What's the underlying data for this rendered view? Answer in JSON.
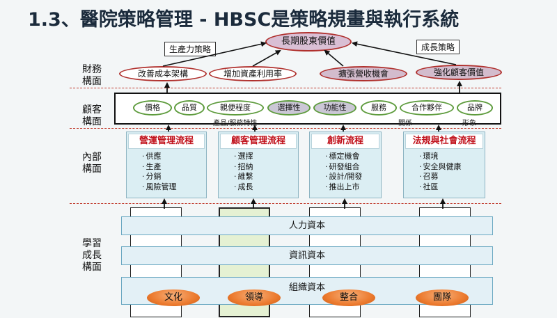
{
  "title": "1.3、醫院策略管理 - HBSC是策略規畫與執行系統",
  "rows": {
    "financial": "財務\n構面",
    "customer": "顧客\n構面",
    "internal": "內部\n構面",
    "learning": "學習\n成長\n構面"
  },
  "strategy_notes": {
    "productivity": "生產力策略",
    "growth": "成長策略"
  },
  "goal": "長期股東價值",
  "financial_items": [
    "改善成本架構",
    "增加資產利用率",
    "擴張營收機會",
    "強化顧客價值"
  ],
  "customer_items": [
    "價格",
    "品質",
    "親便程度",
    "選擇性",
    "功能性",
    "服務",
    "合作夥伴",
    "品牌"
  ],
  "customer_notes": {
    "product": "產品/服務特性",
    "relation": "關係",
    "image": "形象"
  },
  "processes": [
    {
      "title": "營運管理流程",
      "items": [
        "供應",
        "生產",
        "分銷",
        "風險管理"
      ]
    },
    {
      "title": "顧客管理流程",
      "items": [
        "選擇",
        "招納",
        "維繫",
        "成長"
      ]
    },
    {
      "title": "創新流程",
      "items": [
        "標定機會",
        "研發組合",
        "設計/開發",
        "推出上市"
      ]
    },
    {
      "title": "法規與社會流程",
      "items": [
        "環境",
        "安全與健康",
        "召募",
        "社區"
      ]
    }
  ],
  "capitals": {
    "human": "人力資本",
    "information": "資訊資本",
    "organization": "組織資本"
  },
  "culture_items": [
    "文化",
    "領導",
    "整合",
    "團隊"
  ],
  "colors": {
    "title": "#1b2b3c",
    "dashed_divider": "#c0392b",
    "process_title": "#c0111b",
    "goal_fill": "#d9bfd4",
    "oval_border": "#b0302d",
    "customer_oval_border": "#5d9b3c",
    "band_fill": "#e3f0f6",
    "pill_fill": "#ec7a2e"
  }
}
